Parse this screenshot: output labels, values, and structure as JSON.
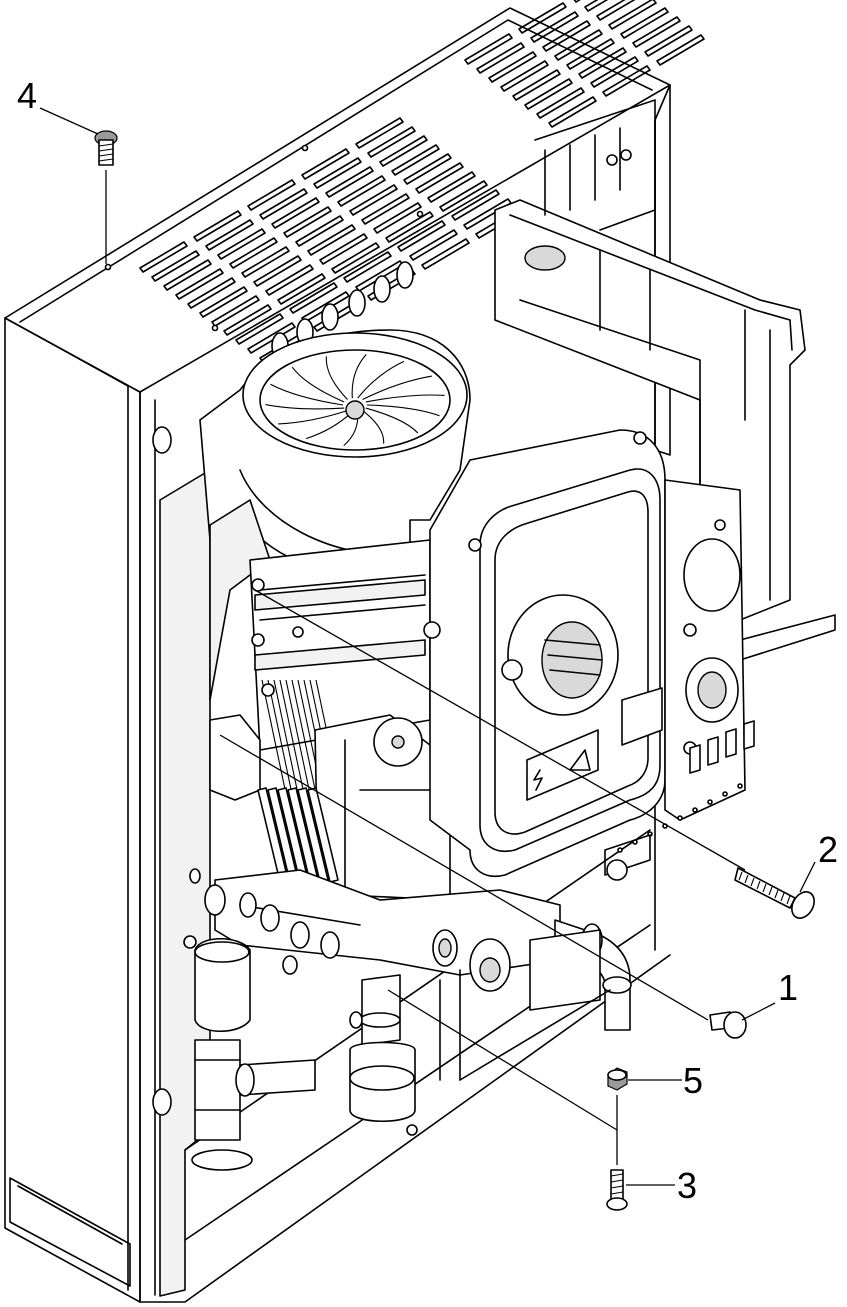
{
  "callouts": [
    {
      "id": "1",
      "label": "1"
    },
    {
      "id": "2",
      "label": "2"
    },
    {
      "id": "3",
      "label": "3"
    },
    {
      "id": "4",
      "label": "4"
    },
    {
      "id": "5",
      "label": "5"
    }
  ],
  "icons": {
    "electrical_warning": "lightning-triangle-icon",
    "electrical_symbol": "lightning-icon"
  }
}
